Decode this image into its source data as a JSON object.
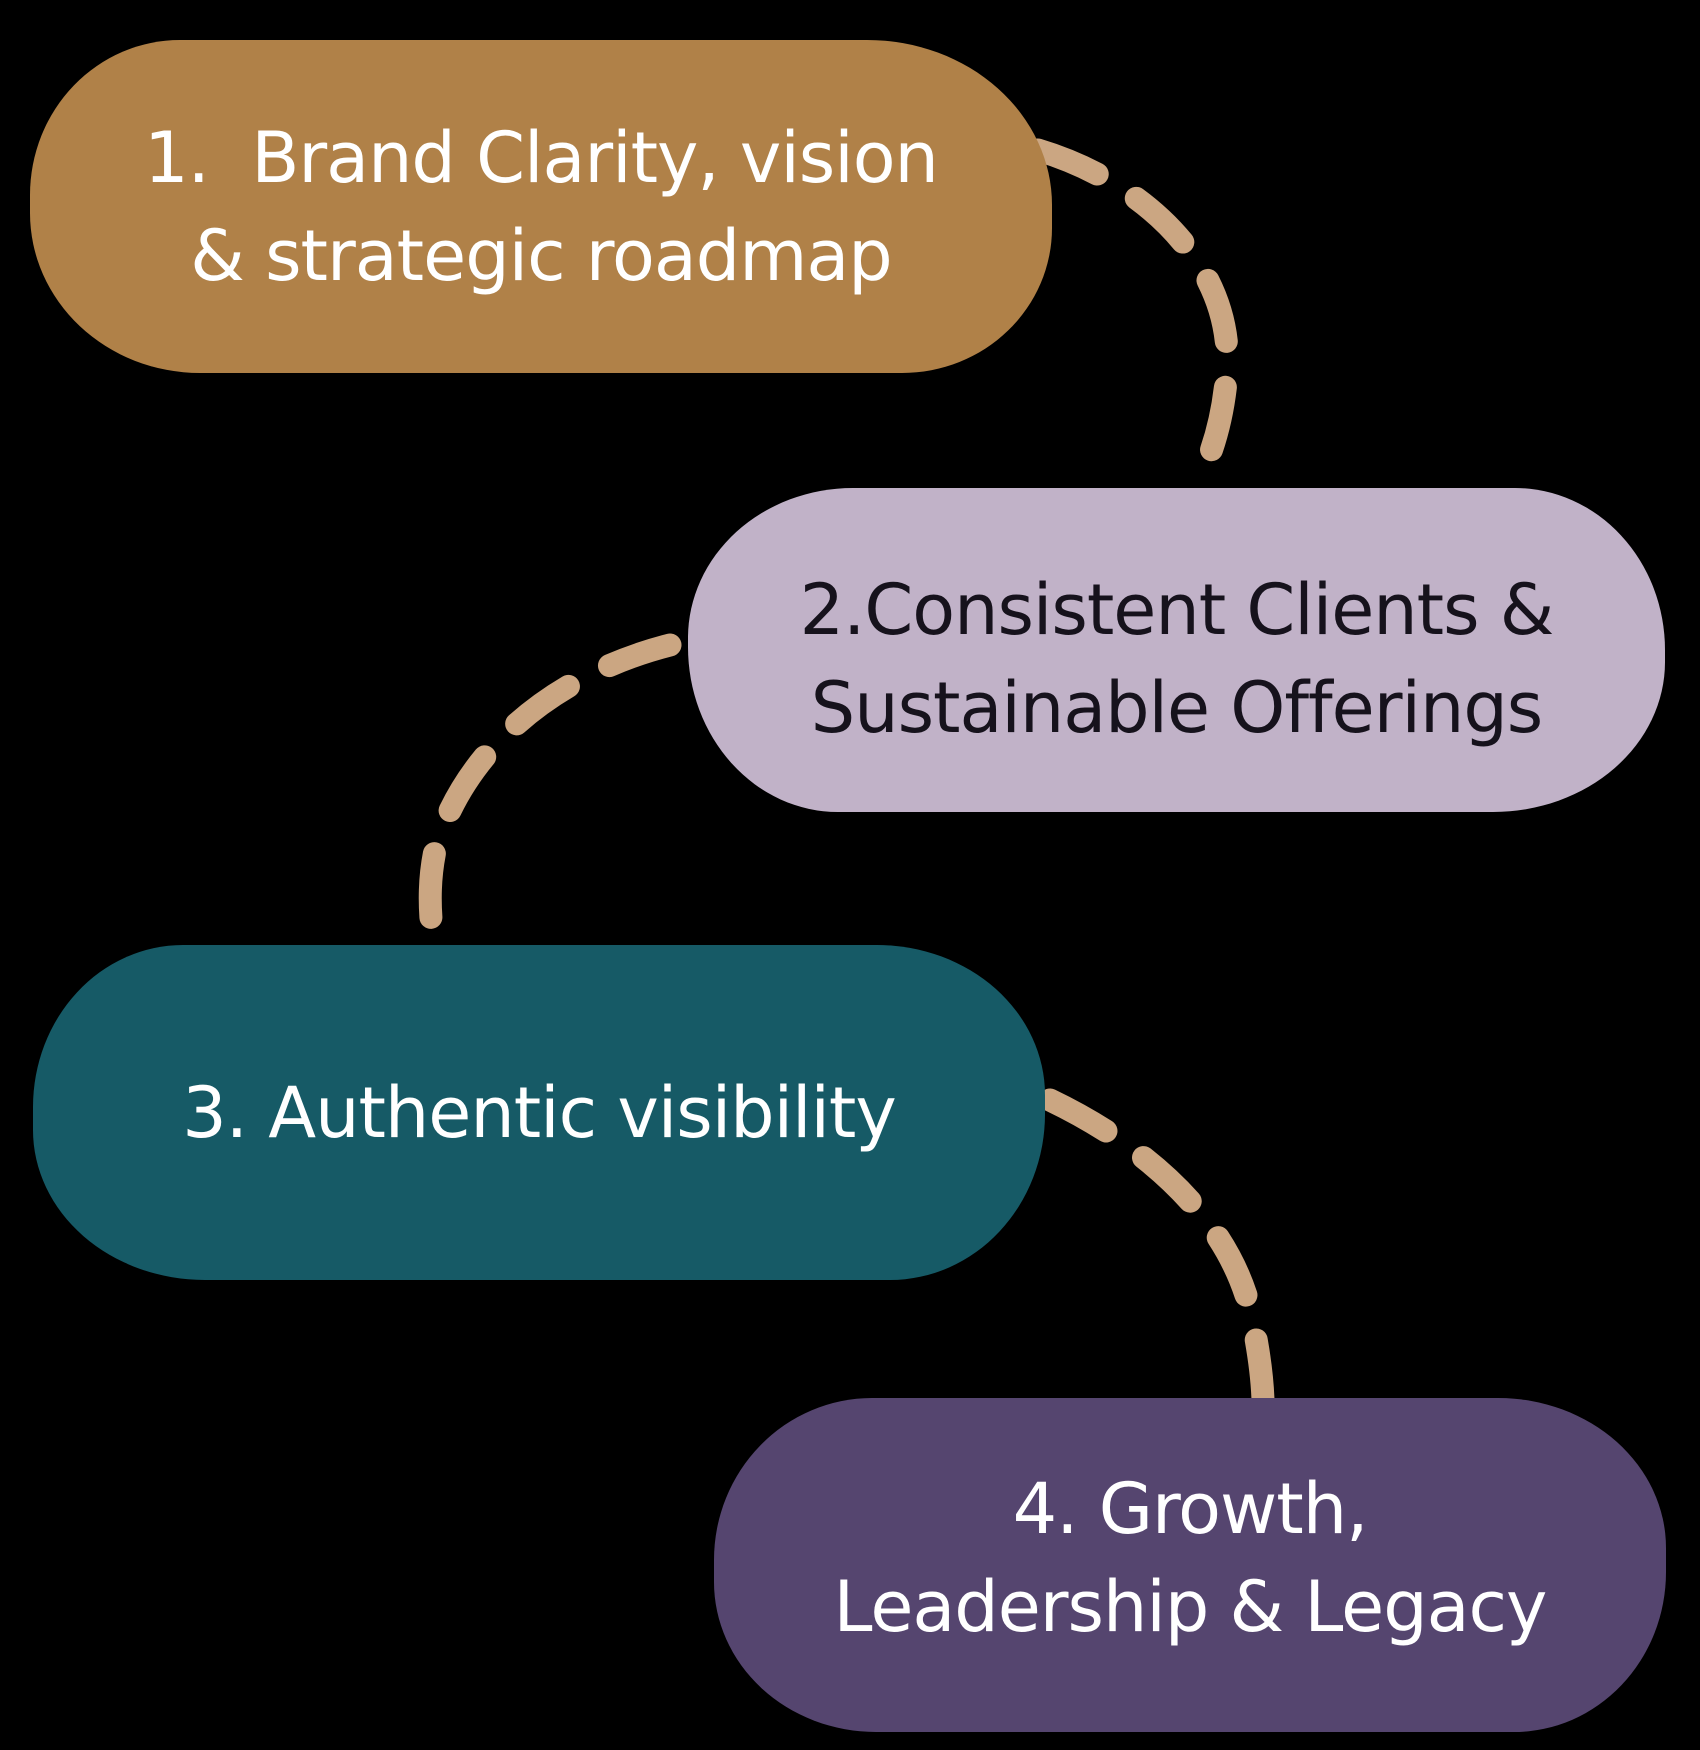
{
  "canvas": {
    "background": "#000000"
  },
  "connectors": {
    "color": "#CBA682",
    "style": "dashed"
  },
  "steps": [
    {
      "lines": [
        "1.  Brand Clarity, vision",
        "& strategic roadmap"
      ],
      "fill": "#B08148",
      "text_color": "#FFFFFF"
    },
    {
      "lines": [
        "2.Consistent Clients &",
        "Sustainable Offerings"
      ],
      "fill": "#C1B2C8",
      "text_color": "#16121C"
    },
    {
      "lines": [
        "3. Authentic visibility"
      ],
      "fill": "#165A66",
      "text_color": "#FFFFFF"
    },
    {
      "lines": [
        "4. Growth,",
        "Leadership & Legacy"
      ],
      "fill": "#55456F",
      "text_color": "#FFFFFF"
    }
  ]
}
